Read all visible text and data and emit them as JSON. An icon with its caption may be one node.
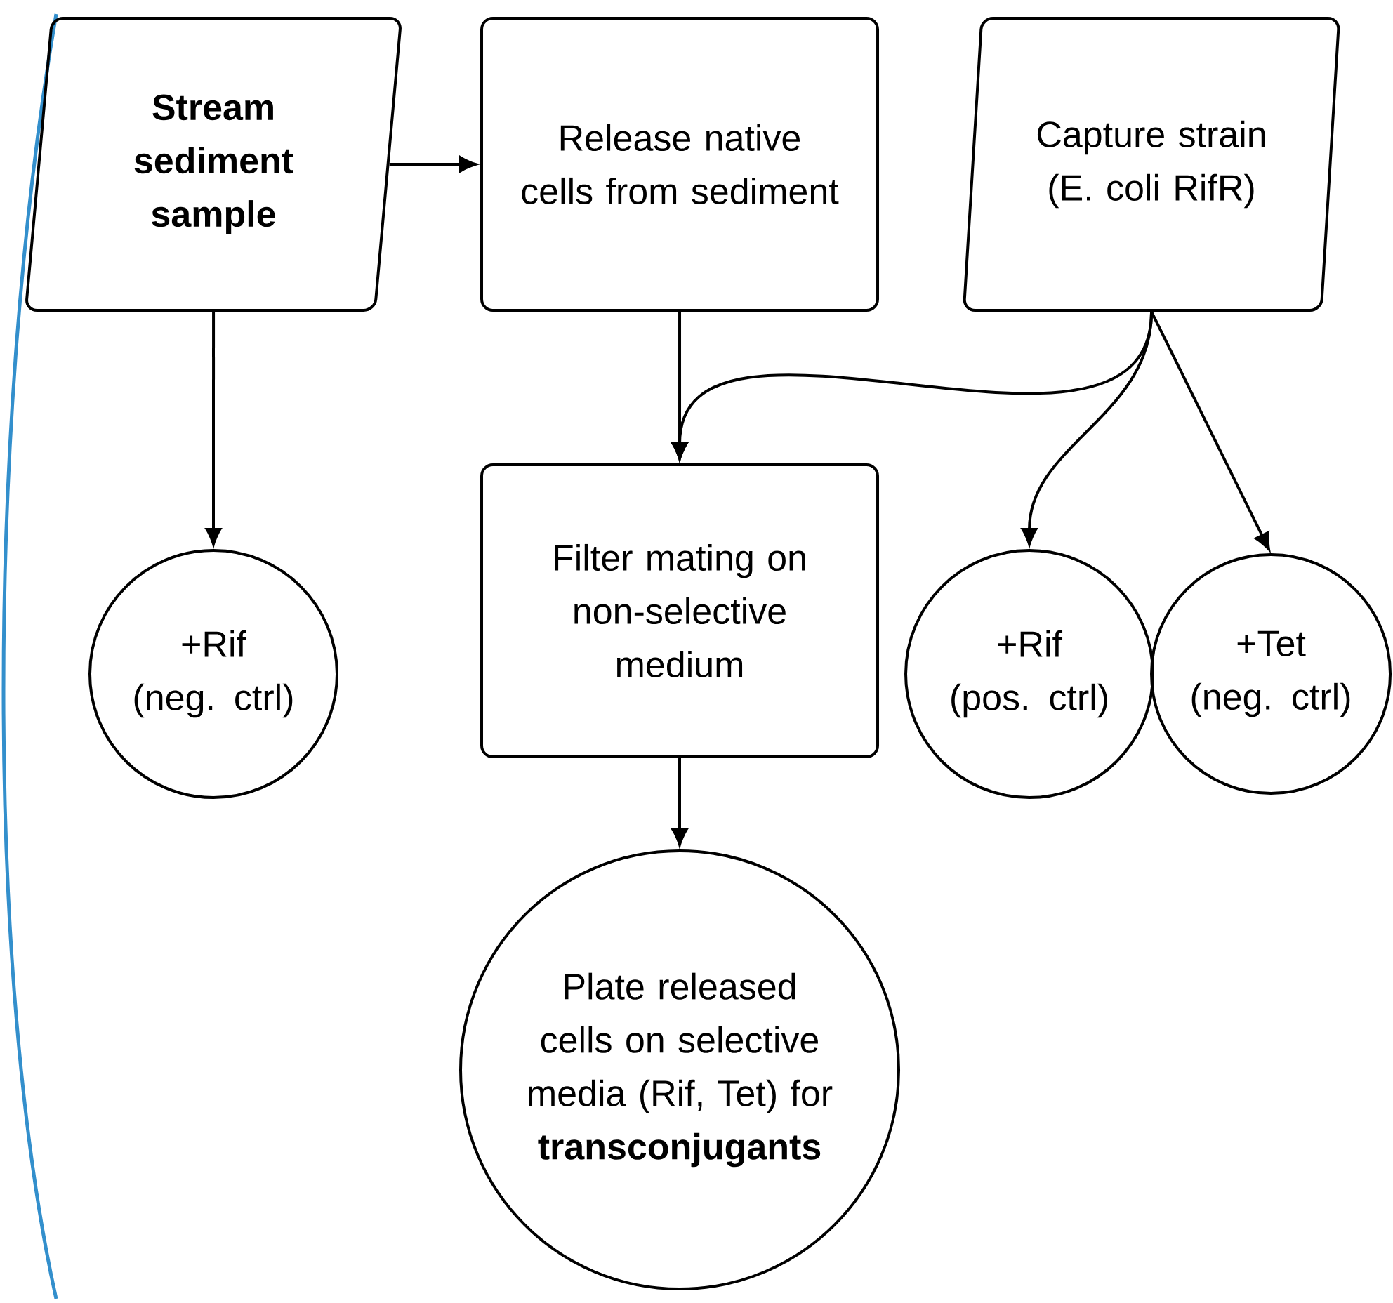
{
  "diagram": {
    "nodes": [
      {
        "text": [
          "Stream sediment sample"
        ]
      },
      {
        "text": [
          "Release native cells from sediment"
        ]
      },
      {
        "text": [
          "Capture strain (E. coli RifR)"
        ]
      },
      {
        "text": [
          "+Rif (neg. ctrl)"
        ]
      },
      {
        "text": [
          "Filter mating on non-selective medium"
        ]
      },
      {
        "text": [
          "+Rif (pos. ctrl)"
        ]
      },
      {
        "text": [
          "+Tet (neg. ctrl)"
        ]
      },
      {
        "text": [
          "Plate released cells on selective media (Rif, Tet) for **transconjugants**"
        ]
      }
    ],
    "edges": [
      {
        "from": 0,
        "to": 1,
        "arrow": "to"
      },
      {
        "from": 0,
        "to": 3,
        "arrow": "to"
      },
      {
        "from": 1,
        "to": 4,
        "arrow": "to"
      },
      {
        "from": 2,
        "to": 4,
        "arrow": "to"
      },
      {
        "from": 2,
        "to": 5,
        "arrow": "to"
      },
      {
        "from": 2,
        "to": 6,
        "arrow": "to"
      },
      {
        "from": 4,
        "to": 7,
        "arrow": "to"
      }
    ]
  }
}
